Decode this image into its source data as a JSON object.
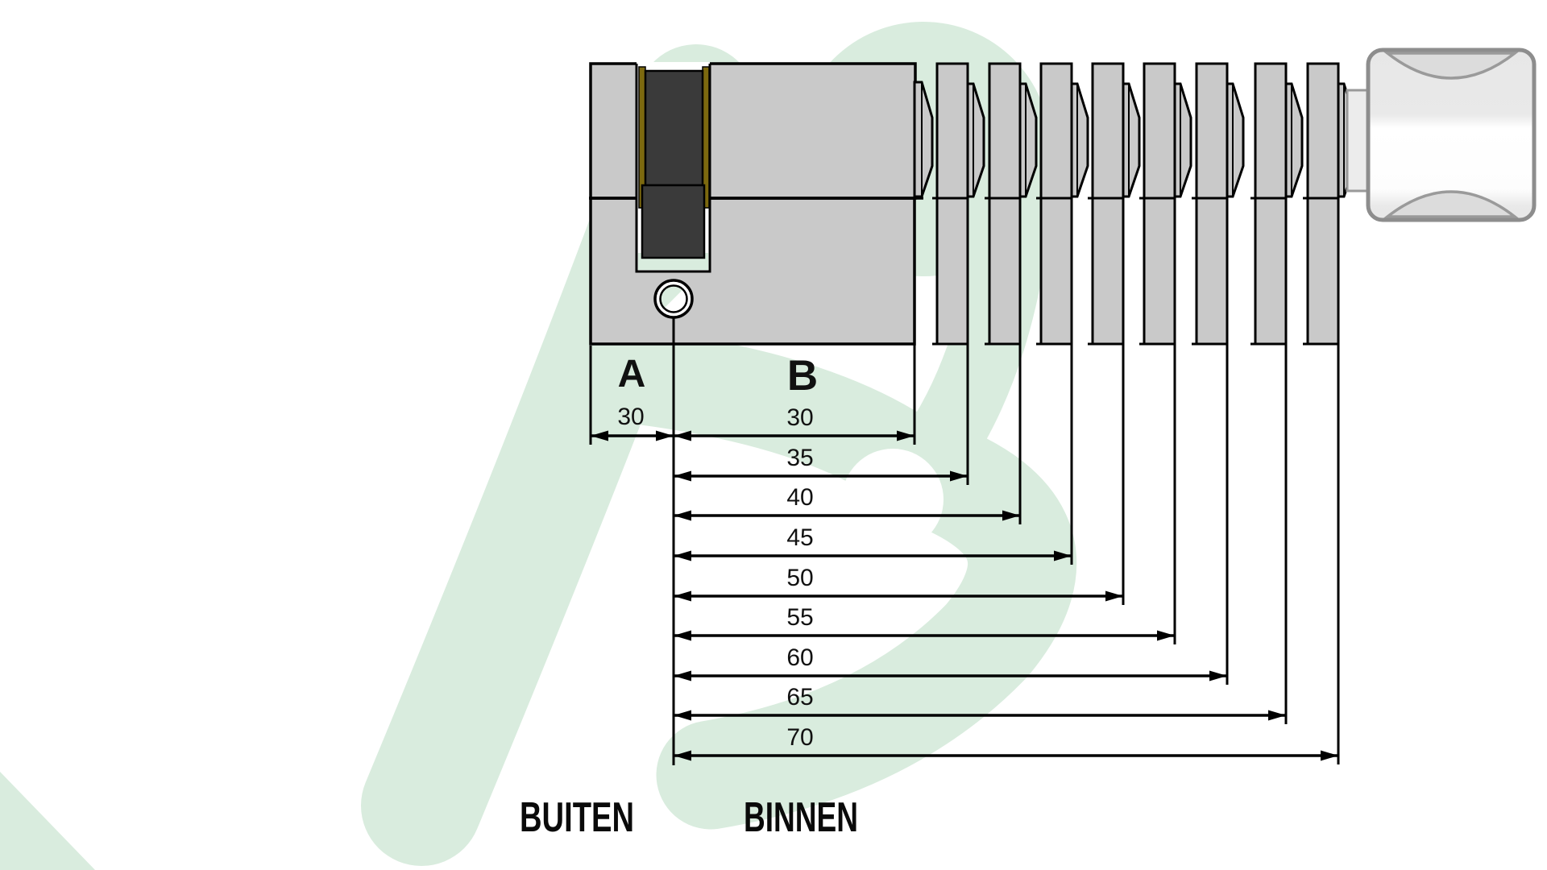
{
  "dims": {
    "a_label": "A",
    "b_label": "B",
    "a_value": "30",
    "b_values": [
      "30",
      "35",
      "40",
      "45",
      "50",
      "55",
      "60",
      "65",
      "70"
    ],
    "bottom_left": "BUITEN",
    "bottom_right": "BINNEN"
  },
  "colors": {
    "watermark_green": "#d9ecde",
    "body_gray": "#c9c9c9",
    "plug_dark": "#3a3a3a",
    "brass": "#7c690f",
    "knob_shade": "#dcdcdc",
    "line_black": "#000000"
  }
}
